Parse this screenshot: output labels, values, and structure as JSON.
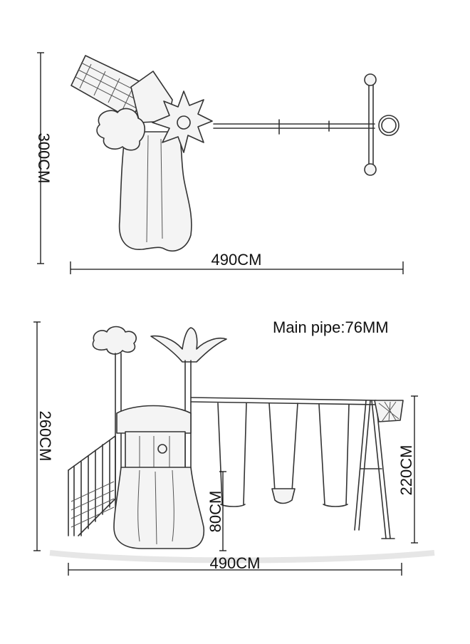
{
  "top_view": {
    "height_label": "300CM",
    "width_label": "490CM"
  },
  "side_view": {
    "note": "Main pipe:76MM",
    "height_label": "260CM",
    "swing_height_label": "220CM",
    "seat_height_label": "80CM",
    "width_label": "490CM"
  }
}
